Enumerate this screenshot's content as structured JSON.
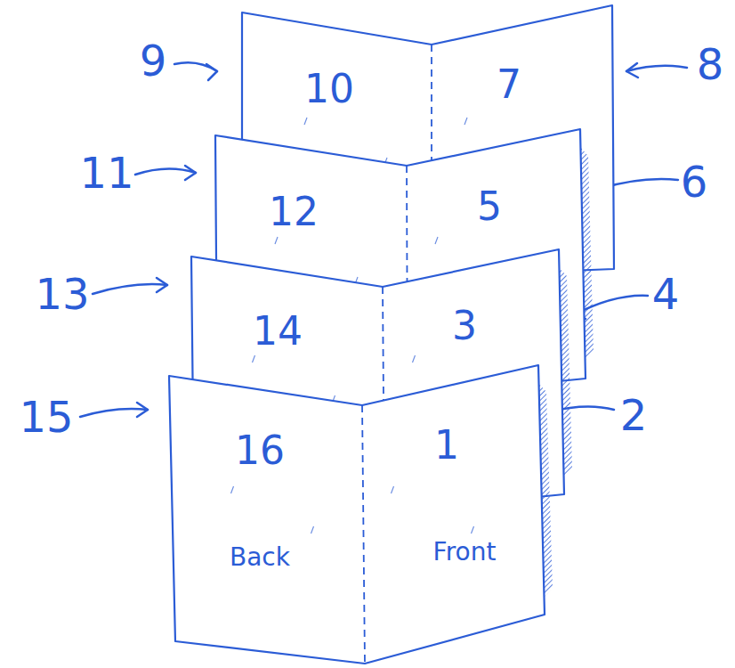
{
  "diagram": {
    "nodes": [
      {
        "text": [
          "10",
          "7"
        ]
      },
      {
        "text": [
          "12",
          "5"
        ]
      },
      {
        "text": [
          "14",
          "3"
        ]
      },
      {
        "text": [
          "16",
          "1",
          "Back",
          "Front"
        ]
      }
    ],
    "labels": [
      "9",
      "8",
      "11",
      "6",
      "13",
      "4",
      "15",
      "2"
    ]
  }
}
